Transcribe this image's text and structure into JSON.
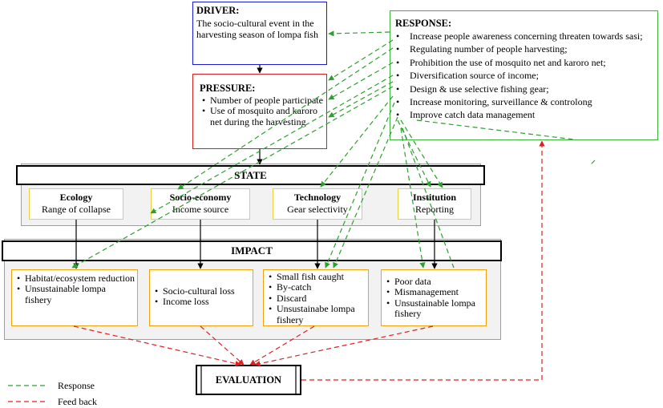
{
  "driver": {
    "title": "DRIVER:",
    "text": "The socio-cultural event in the harvesting season of lompa fish"
  },
  "pressure": {
    "title": "PRESSURE:",
    "items": [
      "Number of people participate",
      "Use of mosquito and karoro net during the harvesting"
    ]
  },
  "response": {
    "title": "RESPONSE:",
    "items": [
      "Increase people awareness concerning threaten towards sasi;",
      "Regulating number of people harvesting;",
      "Prohibition the use of mosquito net and karoro net;",
      "Diversification source of income;",
      "Design & use selective fishing gear;",
      "Increase monitoring, surveillance & controlong",
      "Improve catch data management"
    ]
  },
  "state": {
    "label": "STATE",
    "boxes": [
      {
        "title": "Ecology",
        "sub": "Range of collapse"
      },
      {
        "title": "Socio-economy",
        "sub": "Income source"
      },
      {
        "title": "Technology",
        "sub": "Gear selectivity"
      },
      {
        "title": "Institution",
        "sub": "Reporting"
      }
    ]
  },
  "impact": {
    "label": "IMPACT",
    "boxes": [
      [
        "Habitat/ecosystem reduction",
        "Unsustainable lompa fishery"
      ],
      [
        "Socio-cultural loss",
        "Income loss"
      ],
      [
        "Small fish caught",
        "By-catch",
        "Discard",
        "Unsustainabe lompa fishery"
      ],
      [
        "Poor data",
        "Mismanagement",
        "Unsustainable lompa fishery"
      ]
    ]
  },
  "evaluation": {
    "label": "EVALUATION"
  },
  "legend": {
    "response": "Response",
    "feedback": "Feed back"
  },
  "colors": {
    "response_line": "#2ca02c",
    "feedback_line": "#e02020",
    "driver_border": "#1a1ad6",
    "pressure_border": "#d62020",
    "response_border": "#3cb43c",
    "state_box_border": "#e6d23c",
    "impact_box_border": "#f0a30a"
  }
}
